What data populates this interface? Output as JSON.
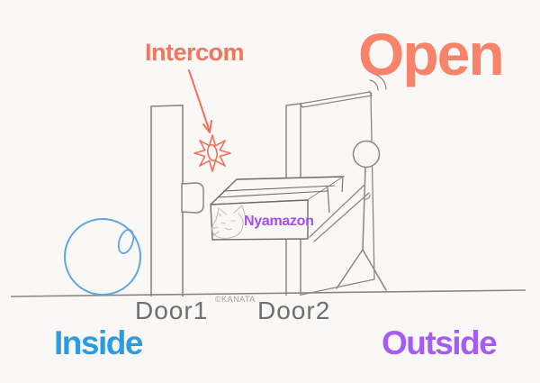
{
  "diagram": {
    "status_title": "Open",
    "intercom": {
      "label": "Intercom"
    },
    "package": {
      "brand": "Nyamazon"
    },
    "doors": {
      "door1_label": "Door1",
      "door2_label": "Door2"
    },
    "zones": {
      "inside_label": "Inside",
      "outside_label": "Outside"
    },
    "credit": "©KANATA"
  },
  "icons": {
    "burst": "ring-burst-icon",
    "arrow": "arrow-pointer-icon",
    "swing_arcs": "door-swing-arcs-icon",
    "cat": "cat-sketch-icon",
    "ball": "ball-icon",
    "person": "stick-figure-icon"
  },
  "colors": {
    "background": "#faf8f6",
    "open_coral": "#f8836b",
    "intercom_coral": "#f4745c",
    "inside_blue": "#2b9cdf",
    "ball_blue": "#5ea6e6",
    "outside_purple": "#a55cf4",
    "brand_purple": "#a14ff2",
    "line_gray": "#8a8781",
    "door_label_gray": "#6f6f6f",
    "credit_gray": "#a39f9a",
    "cat_sketch_gray": "#c4beb8"
  }
}
